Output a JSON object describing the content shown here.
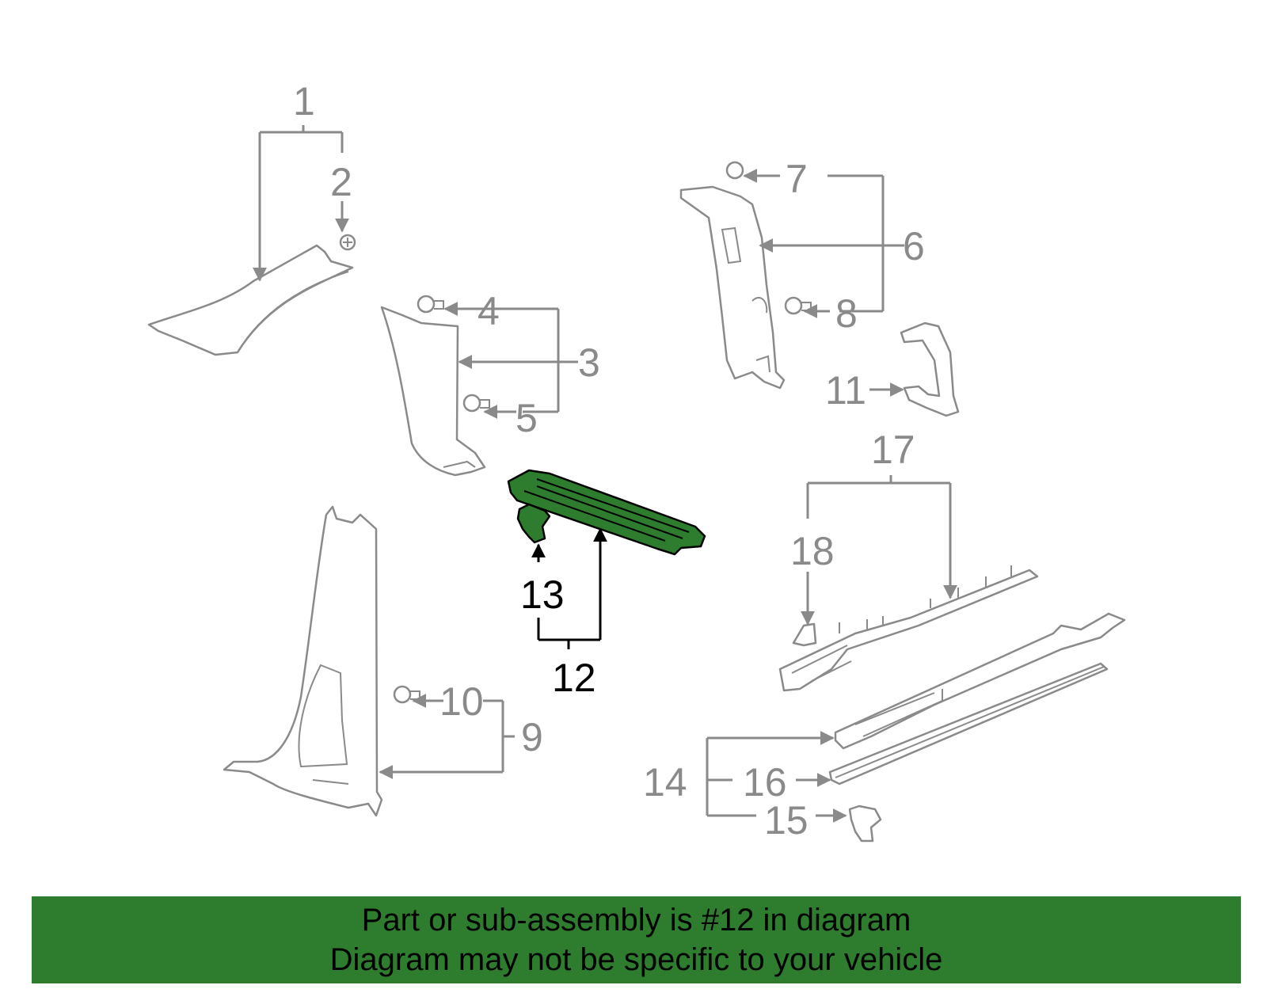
{
  "diagram": {
    "callouts": [
      {
        "id": "1",
        "text": "1"
      },
      {
        "id": "2",
        "text": "2"
      },
      {
        "id": "3",
        "text": "3"
      },
      {
        "id": "4",
        "text": "4"
      },
      {
        "id": "5",
        "text": "5"
      },
      {
        "id": "6",
        "text": "6"
      },
      {
        "id": "7",
        "text": "7"
      },
      {
        "id": "8",
        "text": "8"
      },
      {
        "id": "9",
        "text": "9"
      },
      {
        "id": "10",
        "text": "10"
      },
      {
        "id": "11",
        "text": "11"
      },
      {
        "id": "12",
        "text": "12"
      },
      {
        "id": "13",
        "text": "13"
      },
      {
        "id": "14",
        "text": "14"
      },
      {
        "id": "15",
        "text": "15"
      },
      {
        "id": "16",
        "text": "16"
      },
      {
        "id": "17",
        "text": "17"
      },
      {
        "id": "18",
        "text": "18"
      }
    ],
    "highlighted_part": "12",
    "colors": {
      "highlight_fill": "#2e7d2e",
      "callout_gray": "#8a8a8a",
      "callout_highlight": "#000000"
    }
  },
  "banner": {
    "line1": "Part or sub-assembly is #12 in diagram",
    "line2": "Diagram may not be specific to your vehicle",
    "background": "#2e7d2e"
  }
}
